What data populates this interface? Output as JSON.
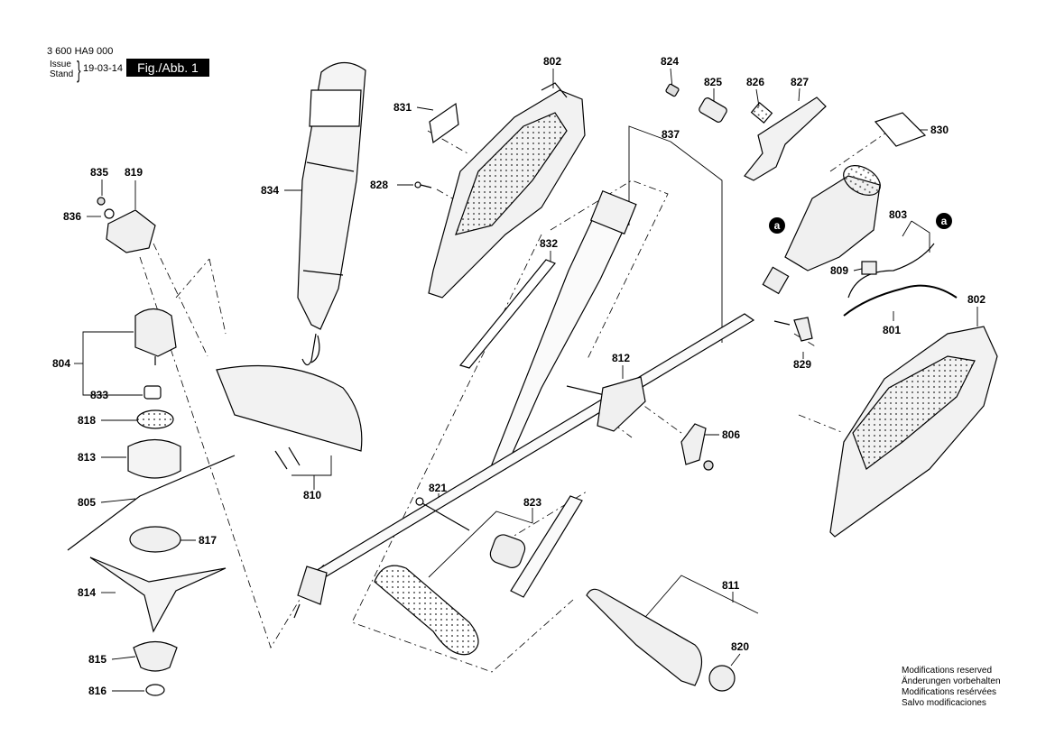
{
  "header": {
    "part_number": "3 600 HA9 000",
    "issue_label_1": "Issue",
    "issue_label_2": "Stand",
    "issue_date": "19-03-14",
    "figure": "Fig./Abb. 1"
  },
  "markers": {
    "a": "a"
  },
  "callouts": {
    "p802a": "802",
    "p824": "824",
    "p825": "825",
    "p826": "826",
    "p827": "827",
    "p831": "831",
    "p837": "837",
    "p830": "830",
    "p835": "835",
    "p819": "819",
    "p834": "834",
    "p828": "828",
    "p836": "836",
    "p803": "803",
    "p832": "832",
    "p809": "809",
    "p802b": "802",
    "p804": "804",
    "p801": "801",
    "p812": "812",
    "p833": "833",
    "p829": "829",
    "p818": "818",
    "p806": "806",
    "p813": "813",
    "p810": "810",
    "p821": "821",
    "p805": "805",
    "p823": "823",
    "p817": "817",
    "p811": "811",
    "p814": "814",
    "p820": "820",
    "p815": "815",
    "p816": "816"
  },
  "notes": {
    "en": "Modifications reserved",
    "de": "Änderungen vorbehalten",
    "fr": "Modifications resérvées",
    "es": "Salvo modificaciones"
  }
}
